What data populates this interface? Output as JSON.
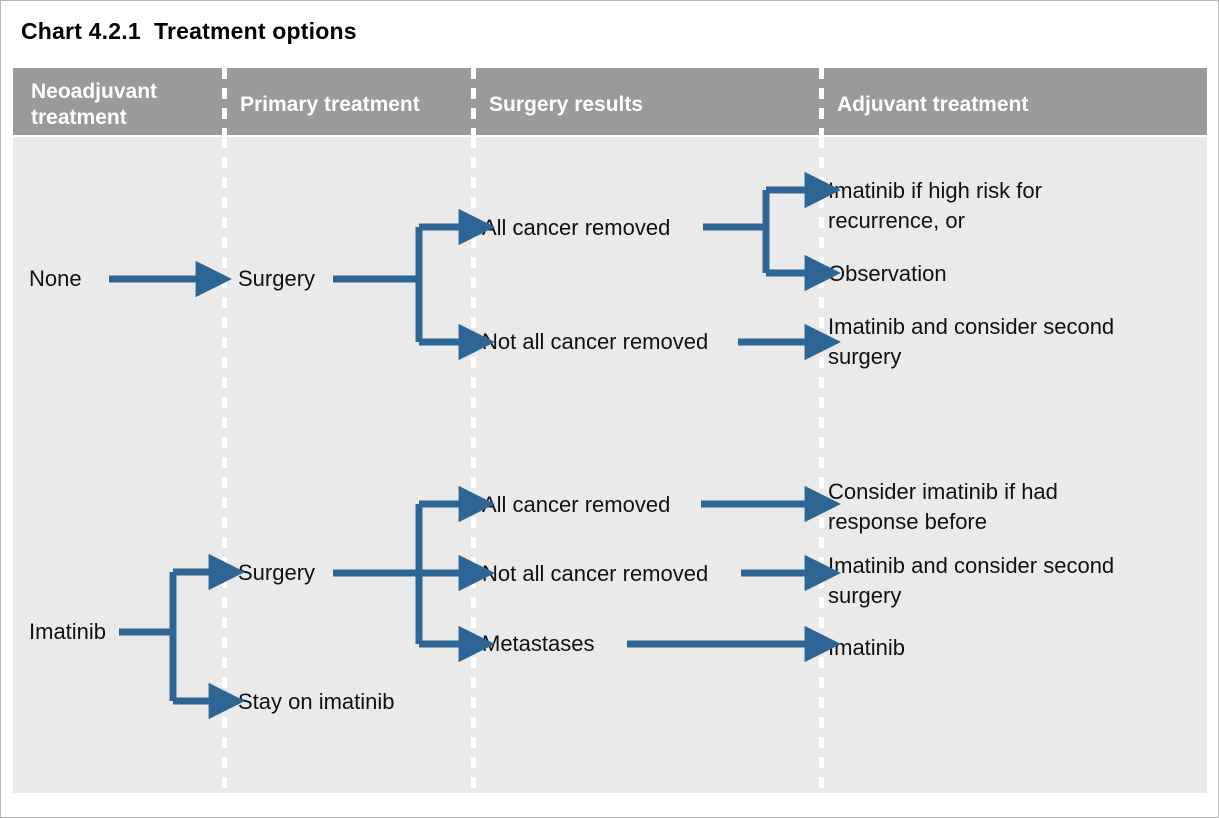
{
  "title": "Chart 4.2.1  Treatment options",
  "colors": {
    "arrow": "#2d6694",
    "header_band": "#9a9a9a",
    "body_panel": "#eaeaea",
    "header_text": "#ffffff",
    "node_text": "#111111",
    "divider": "#ffffff",
    "page_border": "#b5b5b5"
  },
  "columns": [
    {
      "id": "neoadjuvant",
      "header": "Neoadjuvant\ntreatment"
    },
    {
      "id": "primary",
      "header": "Primary treatment"
    },
    {
      "id": "surgery",
      "header": "Surgery results"
    },
    {
      "id": "adjuvant",
      "header": "Adjuvant treatment"
    }
  ],
  "chart_data": {
    "type": "diagram",
    "subtype": "flowchart-swimlane",
    "title": "Chart 4.2.1  Treatment options",
    "lanes": [
      "Neoadjuvant treatment",
      "Primary treatment",
      "Surgery results",
      "Adjuvant treatment"
    ],
    "nodes": [
      {
        "id": "n1",
        "lane": "Neoadjuvant treatment",
        "label": "None"
      },
      {
        "id": "n2",
        "lane": "Primary treatment",
        "label": "Surgery"
      },
      {
        "id": "n3",
        "lane": "Surgery results",
        "label": "All cancer removed"
      },
      {
        "id": "n4",
        "lane": "Surgery results",
        "label": "Not all cancer removed"
      },
      {
        "id": "n5",
        "lane": "Adjuvant treatment",
        "label": "Imatinib if high risk for\nrecurrence, or"
      },
      {
        "id": "n6",
        "lane": "Adjuvant treatment",
        "label": "Observation"
      },
      {
        "id": "n7",
        "lane": "Adjuvant treatment",
        "label": "Imatinib and consider second\nsurgery"
      },
      {
        "id": "n8",
        "lane": "Neoadjuvant treatment",
        "label": "Imatinib"
      },
      {
        "id": "n9",
        "lane": "Primary treatment",
        "label": "Surgery"
      },
      {
        "id": "n10",
        "lane": "Primary treatment",
        "label": "Stay on imatinib"
      },
      {
        "id": "n11",
        "lane": "Surgery results",
        "label": "All cancer removed"
      },
      {
        "id": "n12",
        "lane": "Surgery results",
        "label": "Not all cancer removed"
      },
      {
        "id": "n13",
        "lane": "Surgery results",
        "label": "Metastases"
      },
      {
        "id": "n14",
        "lane": "Adjuvant treatment",
        "label": "Consider imatinib if had\nresponse before"
      },
      {
        "id": "n15",
        "lane": "Adjuvant treatment",
        "label": "Imatinib and consider second\nsurgery"
      },
      {
        "id": "n16",
        "lane": "Adjuvant treatment",
        "label": "Imatinib"
      }
    ],
    "edges": [
      {
        "from": "n1",
        "to": "n2"
      },
      {
        "from": "n2",
        "to": "n3"
      },
      {
        "from": "n2",
        "to": "n4"
      },
      {
        "from": "n3",
        "to": "n5"
      },
      {
        "from": "n3",
        "to": "n6"
      },
      {
        "from": "n4",
        "to": "n7"
      },
      {
        "from": "n8",
        "to": "n9"
      },
      {
        "from": "n8",
        "to": "n10"
      },
      {
        "from": "n9",
        "to": "n11"
      },
      {
        "from": "n9",
        "to": "n12"
      },
      {
        "from": "n9",
        "to": "n13"
      },
      {
        "from": "n11",
        "to": "n14"
      },
      {
        "from": "n12",
        "to": "n15"
      },
      {
        "from": "n13",
        "to": "n16"
      }
    ]
  },
  "nodes": {
    "none": "None",
    "surgery_top": "Surgery",
    "all_cancer_removed_top": "All cancer removed",
    "not_all_cancer_removed_top": "Not all cancer removed",
    "imatinib_high_risk": "Imatinib if high risk for\nrecurrence, or",
    "observation": "Observation",
    "imatinib_second_surgery_top": "Imatinib and consider second\nsurgery",
    "imatinib": "Imatinib",
    "surgery_bottom": "Surgery",
    "stay_on_imatinib": "Stay on imatinib",
    "all_cancer_removed_bottom": "All cancer removed",
    "not_all_cancer_removed_bottom": "Not all cancer removed",
    "metastases": "Metastases",
    "consider_imatinib_response": "Consider imatinib if had\nresponse before",
    "imatinib_second_surgery_bottom": "Imatinib and consider second\nsurgery",
    "imatinib_only": "Imatinib"
  }
}
